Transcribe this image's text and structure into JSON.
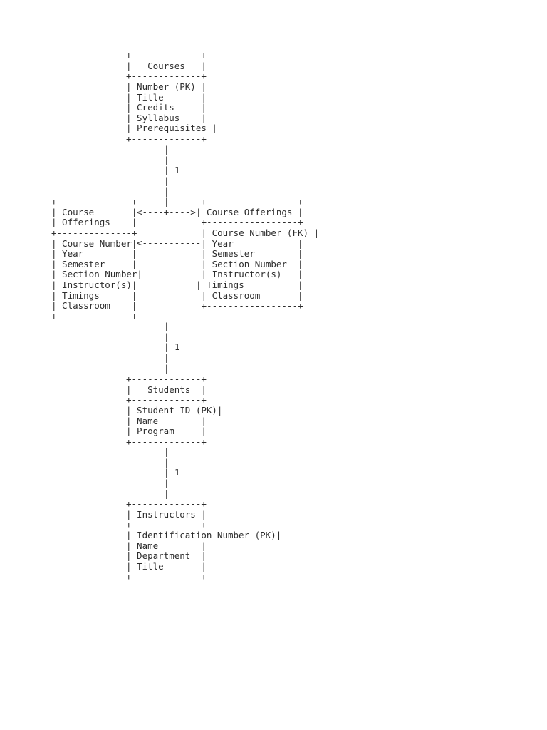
{
  "page": {
    "background": "#ffffff",
    "text_color": "#2d2d2d"
  },
  "diagram": {
    "kind": "ascii-entity-relationship-diagram",
    "entities": [
      {
        "title": "Courses",
        "attributes": [
          "Number (PK)",
          "Title",
          "Credits",
          "Syllabus",
          "Prerequisites"
        ]
      },
      {
        "title": "Course Offerings",
        "attributes": [
          "Course Number",
          "Year",
          "Semester",
          "Section Number",
          "Instructor(s)",
          "Timings",
          "Classroom"
        ]
      },
      {
        "title": "Course Offerings",
        "attributes": [
          "Course Number (FK)",
          "Year",
          "Semester",
          "Section Number",
          "Instructor(s)",
          "Timings",
          "Classroom"
        ]
      },
      {
        "title": "Students",
        "attributes": [
          "Student ID (PK)",
          "Name",
          "Program"
        ]
      },
      {
        "title": "Instructors",
        "attributes": [
          "Identification Number (PK)",
          "Name",
          "Department",
          "Title"
        ]
      }
    ],
    "cardinality_labels": [
      "1",
      "1",
      "1"
    ],
    "ascii": {
      "courses_box": [
        "+-------------+",
        "|   Courses   |",
        "+-------------+",
        "| Number (PK) |",
        "| Title       |",
        "| Credits     |",
        "| Syllabus    |",
        "| Prerequisites |",
        "+-------------+"
      ],
      "courses_to_offerings_connector": [
        "|",
        "|",
        "| 1",
        "|",
        "|",
        "|"
      ],
      "offerings_left_box": [
        "+--------------+",
        "| Course       |",
        "| Offerings    |",
        "+--------------+",
        "| Course Number|",
        "| Year         |",
        "| Semester     |",
        "| Section Number|",
        "| Instructor(s)|",
        "| Timings      |",
        "| Classroom    |",
        "+--------------+"
      ],
      "offerings_bidirectional_arrow": [
        "<----+---->"
      ],
      "offerings_right_box": [
        " +-----------------+",
        "| Course Offerings |",
        " +-----------------+",
        " | Course Number (FK) |",
        " | Year            |",
        " | Semester        |",
        " | Section Number  |",
        " | Instructor(s)   |",
        "| Timings          |",
        " | Classroom       |",
        " +-----------------+"
      ],
      "offerings_fk_arrow": [
        "<-----------"
      ],
      "offerings_to_students_connector": [
        "|",
        "|",
        "| 1",
        "|",
        "|"
      ],
      "students_box": [
        "+-------------+",
        "|   Students  |",
        "+-------------+",
        "| Student ID (PK)|",
        "| Name        |",
        "| Program     |",
        "+-------------+"
      ],
      "students_to_instructors_connector": [
        "|",
        "|",
        "| 1",
        "|",
        "|"
      ],
      "instructors_box": [
        "+-------------+",
        "| Instructors |",
        "+-------------+",
        "| Identification Number (PK)|",
        "| Name        |",
        "| Department  |",
        "| Title       |",
        "+-------------+"
      ]
    }
  }
}
